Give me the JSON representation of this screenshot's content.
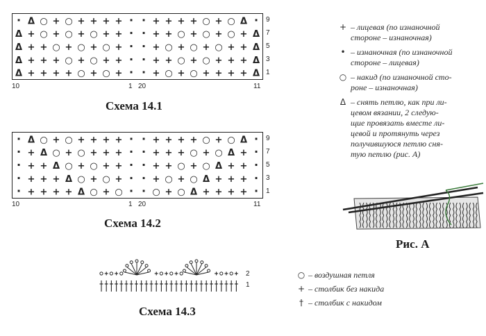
{
  "charts": [
    {
      "caption": "Схема 14.1",
      "row_numbers": [
        "9",
        "7",
        "5",
        "3",
        "1"
      ],
      "col_numbers": [
        "10",
        "1",
        "20",
        "11"
      ],
      "rows": [
        "·Δ○+○++++··++++○+○Δ·",
        "Δ+○+○+○++··++○+○+○+Δ",
        "Δ++○+○+○+··+○+○+○++Δ",
        "Δ+++○+○++··++○+○+++Δ",
        "Δ++++○+○+··+○+○++++Δ"
      ]
    },
    {
      "caption": "Схема 14.2",
      "row_numbers": [
        "9",
        "7",
        "5",
        "3",
        "1"
      ],
      "col_numbers": [
        "10",
        "1",
        "20",
        "11"
      ],
      "rows": [
        "·Δ○+○++++··++++○+○Δ·",
        "·+Δ○+○+++··+++○+○Δ+·",
        "·++Δ○+○++··++○+○Δ++·",
        "·+++Δ○+○+··+○+○Δ+++·",
        "·++++Δ○+○··○+○Δ++++·"
      ]
    }
  ],
  "crochet": {
    "caption": "Схема 14.3",
    "row_numbers": [
      "2",
      "1"
    ]
  },
  "legend": [
    {
      "symbol": "+",
      "lines": [
        "– лицевая (по изнаночной",
        "стороне – изнаночная)"
      ]
    },
    {
      "symbol": "•",
      "lines": [
        "– изнаночная (по изнаночной",
        "стороне – лицевая)"
      ]
    },
    {
      "symbol": "○",
      "lines": [
        "– накид (по изнаночной сто-",
        "роне – изнаночная)"
      ]
    },
    {
      "symbol": "Δ",
      "lines": [
        "– снять петлю, как при ли-",
        "цевом вязании, 2 следую-",
        "щие провязать вместе ли-",
        "цевой и протянуть через",
        "получившуюся петлю сня-",
        "тую петлю (рис. А)"
      ]
    }
  ],
  "figure": {
    "caption": "Рис. А"
  },
  "crochet_legend": [
    {
      "symbol": "○",
      "text": "– воздушная петля"
    },
    {
      "symbol": "+",
      "text": "– столбик без накида"
    },
    {
      "symbol": "†",
      "text": "– столбик с накидом"
    }
  ]
}
